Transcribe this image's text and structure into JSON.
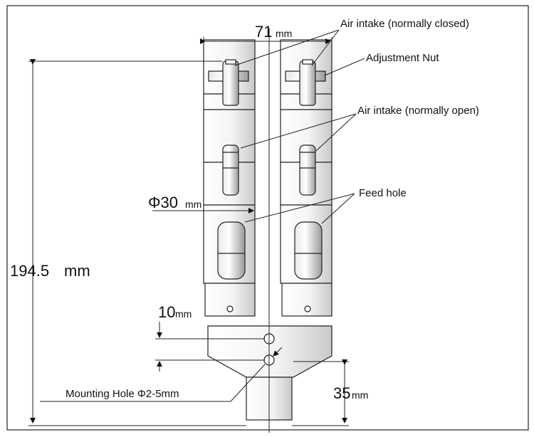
{
  "dimensions": {
    "width_total": {
      "value": "71",
      "unit": "mm"
    },
    "diameter": {
      "value": "Φ30",
      "unit": "mm"
    },
    "height_total": {
      "value": "194.5",
      "unit": "mm"
    },
    "hole_spacing": {
      "value": "10",
      "unit": "mm"
    },
    "base_height": {
      "value": "35",
      "unit": "mm"
    }
  },
  "labels": {
    "air_intake_closed": "Air intake (normally closed)",
    "adjustment_nut": "Adjustment Nut",
    "air_intake_open": "Air intake (normally open)",
    "feed_hole": "Feed hole",
    "mounting_hole": "Mounting Hole Φ2-5mm"
  }
}
